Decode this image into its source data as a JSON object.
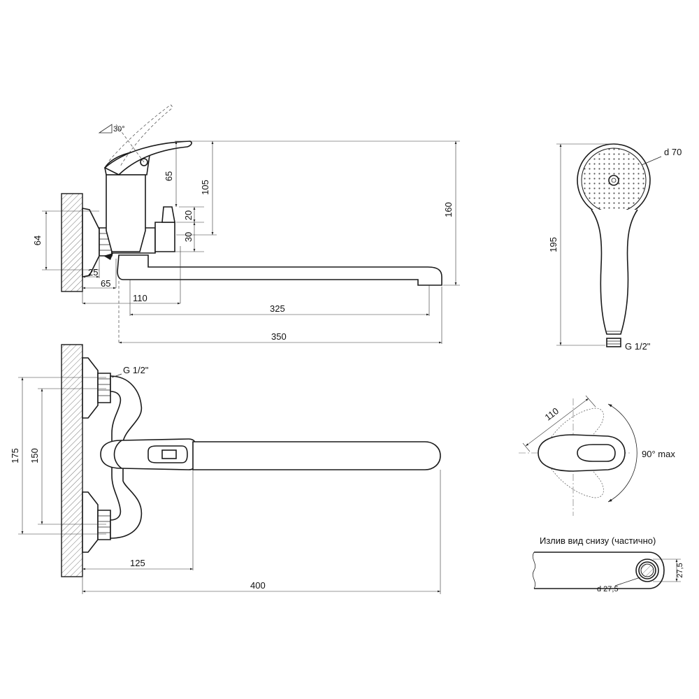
{
  "side_view": {
    "lever_angle": "30°",
    "dims": {
      "d64": "64",
      "d25": "25",
      "d65_horizontal": "65",
      "d110": "110",
      "d325": "325",
      "d350": "350",
      "d65_vertical": "65",
      "d105": "105",
      "d20": "20",
      "d30": "30",
      "d160": "160"
    }
  },
  "top_view": {
    "thread_label": "G 1/2\"",
    "dims": {
      "d175": "175",
      "d150": "150",
      "d125": "125",
      "d400": "400"
    }
  },
  "shower_head": {
    "diameter_label": "d 70",
    "length": "195",
    "thread_label": "G 1/2\""
  },
  "rotation": {
    "length": "110",
    "angle_label": "90° max"
  },
  "spout_bottom": {
    "caption": "Излив вид снизу (частично)",
    "diameter_label": "d 27,5",
    "height": "27,5"
  }
}
